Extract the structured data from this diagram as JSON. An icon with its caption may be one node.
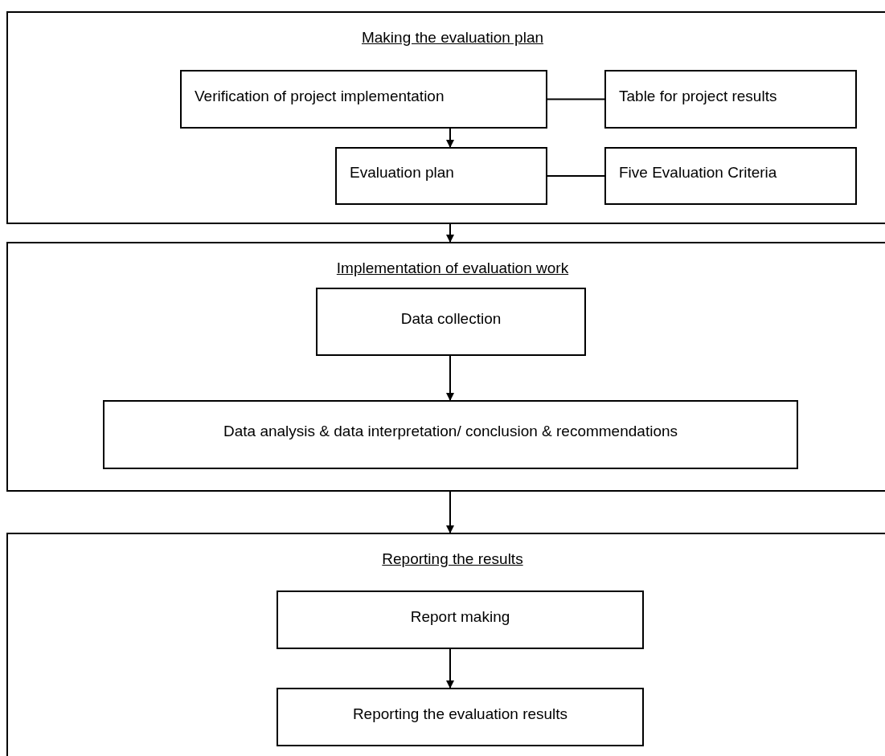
{
  "diagram": {
    "nodes": [
      {
        "text": [
          "Making the evaluation plan"
        ]
      },
      {
        "text": [
          "Verification of project implementation"
        ],
        "in": 0
      },
      {
        "text": [
          "Table for project results"
        ],
        "in": 0
      },
      {
        "text": [
          "Evaluation plan"
        ],
        "in": 0
      },
      {
        "text": [
          "Five Evaluation Criteria"
        ],
        "in": 0
      },
      {
        "text": [
          "Implementation of evaluation work"
        ]
      },
      {
        "text": [
          "Data collection"
        ],
        "in": 5
      },
      {
        "text": [
          "Data analysis & data interpretation/ conclusion & recommendations"
        ],
        "in": 5
      },
      {
        "text": [
          "Reporting the results"
        ]
      },
      {
        "text": [
          "Report making"
        ],
        "in": 8
      },
      {
        "text": [
          "Reporting the evaluation results"
        ],
        "in": 8
      }
    ],
    "edges": [
      {
        "from": 1,
        "to": 3,
        "arrow": "to"
      },
      {
        "from": 1,
        "to": 2,
        "arrow": "none"
      },
      {
        "from": 3,
        "to": 4,
        "arrow": "none"
      },
      {
        "from": 0,
        "to": 5,
        "arrow": "to"
      },
      {
        "from": 6,
        "to": 7,
        "arrow": "to"
      },
      {
        "from": 5,
        "to": 8,
        "arrow": "to"
      },
      {
        "from": 9,
        "to": 10,
        "arrow": "to"
      }
    ]
  }
}
